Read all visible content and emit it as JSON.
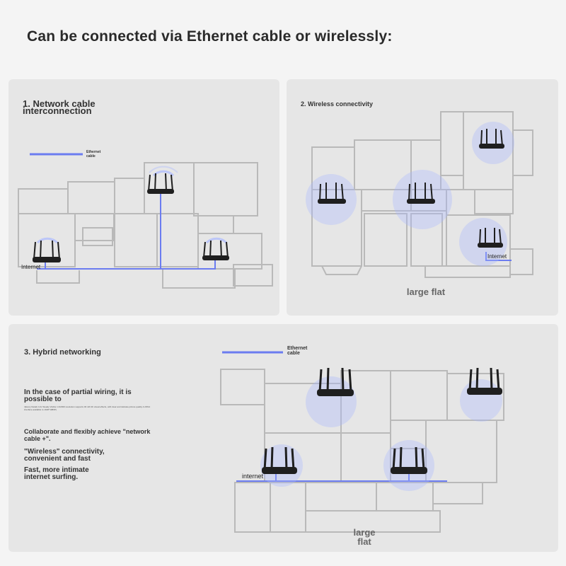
{
  "headline": "Can be connected via Ethernet cable or wirelessly:",
  "colors": {
    "cable": "#6b7cf0",
    "wifi": "#a9b8ff",
    "router": "#1f1f1f",
    "panel": "#e6e6e6",
    "walls": "#b9b9b9"
  },
  "panel1": {
    "title": "1. Network cable interconnection",
    "legend_label": "Ethernet cable",
    "internet_label": "Internet"
  },
  "panel2": {
    "title": "2. Wireless connectivity",
    "internet_label": "Internet",
    "caption": "large flat"
  },
  "panel3": {
    "title": "3. Hybrid networking",
    "legend_label": "Ethernet cable",
    "desc1": "In the case of partial wiring, it is possible to",
    "desc_fineprint": "\\(Every Detail) 4.2x Steady Visible 1.0/2000 resolution supports 4K HD 4K visual effects, with clear and delicate picture quality 4.2W14 interface available to 1920*1080P)",
    "desc2": "Collaborate and flexibly achieve \"network cable +\".",
    "desc3": "\"Wireless\" connectivity, convenient and fast",
    "desc4": "Fast, more intimate internet surfing.",
    "internet_label": "internet",
    "caption": "large flat"
  },
  "icons": [
    "router-icon",
    "wifi-signal-icon"
  ]
}
